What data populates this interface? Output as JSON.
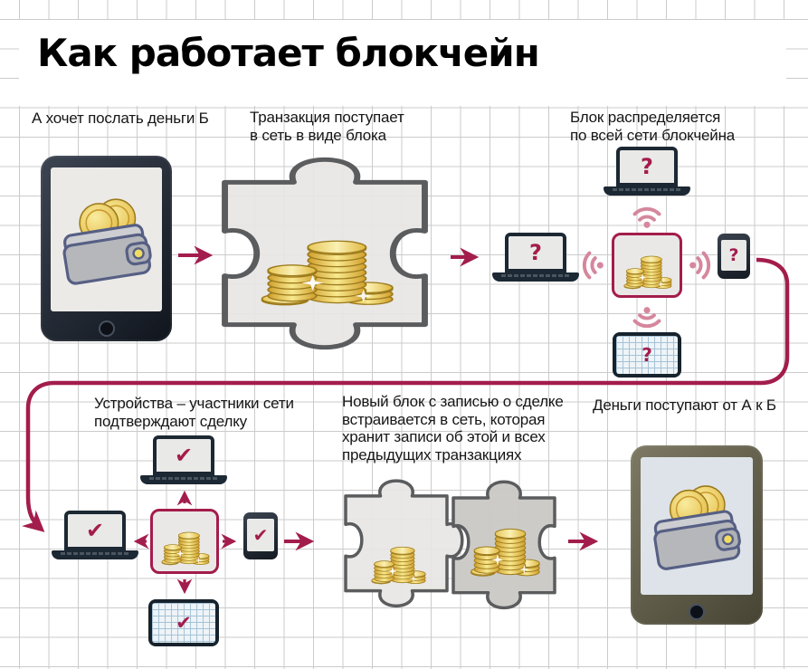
{
  "title": "Как работает блокчейн",
  "steps": {
    "send": "А хочет послать деньги Б",
    "block": "Транзакция поступает\nв сеть в виде блока",
    "distribute": "Блок распределяется\nпо всей сети блокчейна",
    "confirm": "Устройства – участники сети\nподтверждают сделку",
    "embed": "Новый блок с записью о сделке\nвстраивается в сеть, которая\nхранит записи об этой и всех\nпредыдущих транзакциях",
    "receive": "Деньги поступают от А к Б"
  },
  "icons": {
    "question_glyph": "?",
    "check_glyph": "✔"
  },
  "colors": {
    "accent": "#a31d4c",
    "signal_pink": "#d5879d",
    "coin_gold": "#e2ba3b",
    "puzzle_gray": "#e7e6e4",
    "device_dark": "#1c2833",
    "grid_line": "#cbcbcb"
  }
}
